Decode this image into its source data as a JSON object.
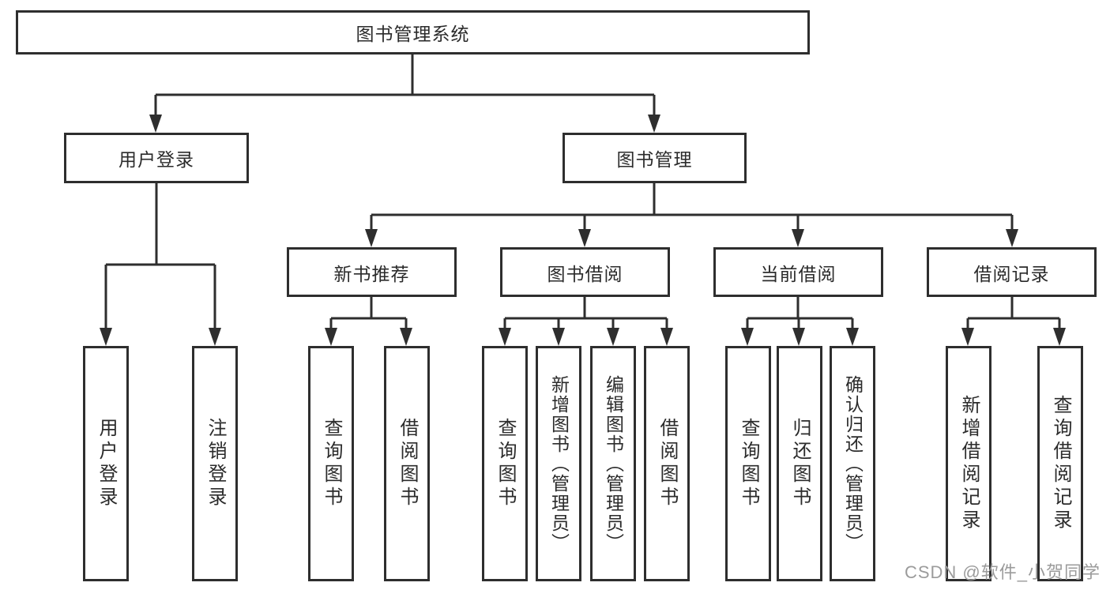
{
  "page": {
    "background": "#ffffff"
  },
  "colors": {
    "box_border": "#2e2e2e",
    "box_fill": "#ffffff",
    "text": "#2b2b2b",
    "connector": "#2e2e2e",
    "watermark": "#9b9b9b"
  },
  "tree": {
    "label": "图书管理系统",
    "children": [
      {
        "label": "用户登录",
        "children": [
          {
            "label": "用户登录"
          },
          {
            "label": "注销登录"
          }
        ]
      },
      {
        "label": "图书管理",
        "children": [
          {
            "label": "新书推荐",
            "children": [
              {
                "label": "查询图书"
              },
              {
                "label": "借阅图书"
              }
            ]
          },
          {
            "label": "图书借阅",
            "children": [
              {
                "label": "查询图书"
              },
              {
                "label": "新增图书（管理员）"
              },
              {
                "label": "编辑图书（管理员）"
              },
              {
                "label": "借阅图书"
              }
            ]
          },
          {
            "label": "当前借阅",
            "children": [
              {
                "label": "查询图书"
              },
              {
                "label": "归还图书"
              },
              {
                "label": "确认归还（管理员）"
              }
            ]
          },
          {
            "label": "借阅记录",
            "children": [
              {
                "label": "新增借阅记录"
              },
              {
                "label": "查询借阅记录"
              }
            ]
          }
        ]
      }
    ]
  },
  "watermark": "CSDN @软件_小贺同学"
}
